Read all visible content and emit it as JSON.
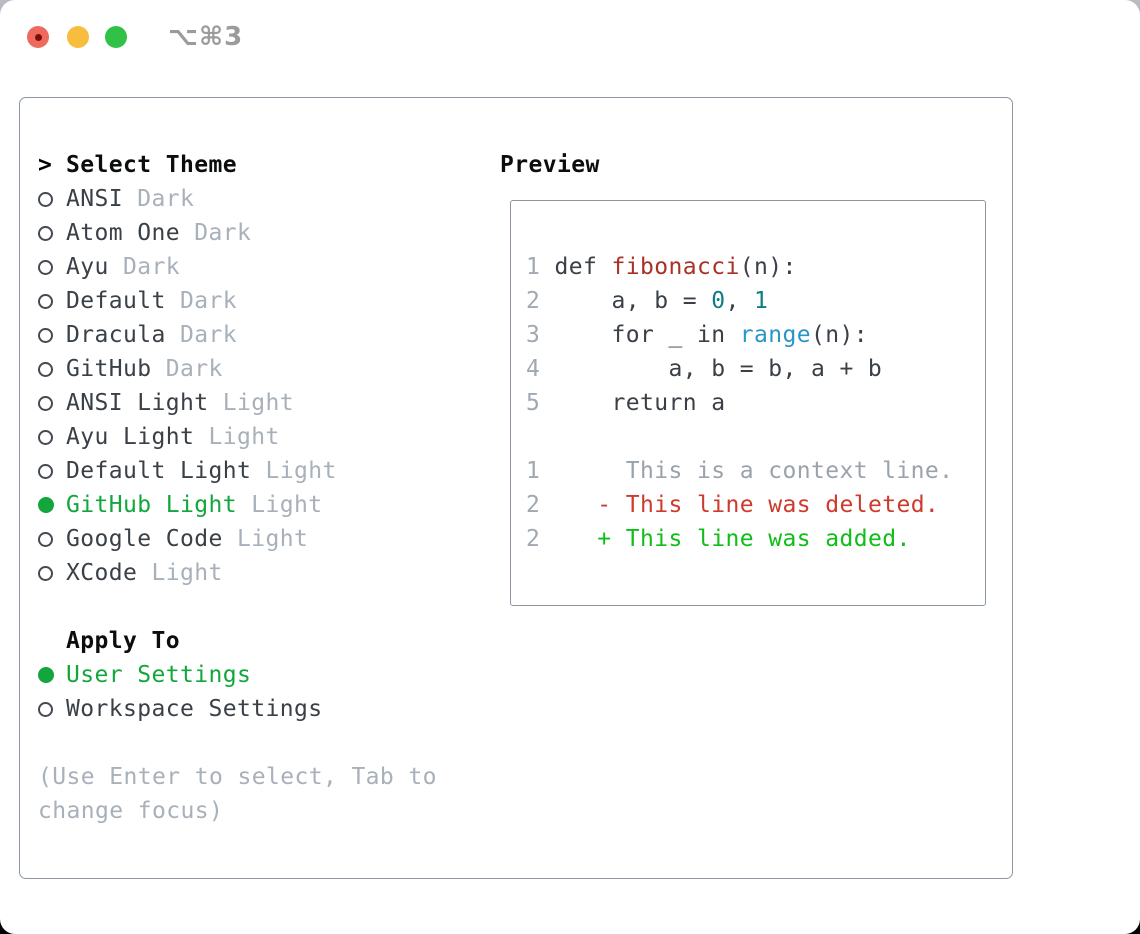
{
  "window": {
    "title": "⌥⌘3"
  },
  "colors": {
    "close_red": "#ee6a5f",
    "close_dot": "#7a0f06",
    "minimize_yellow": "#f8bd3c",
    "zoom_green": "#31c146",
    "title_gray": "#9b9b9b",
    "border_gray": "#8d97a2",
    "dark_text": "#3a4047",
    "heading_black": "#0b0d0f",
    "muted_gray": "#a8b0ba",
    "radio_ring": "#454a52",
    "selected_green": "#12a63c",
    "line_number": "#9fa0a8",
    "ln": "#a0a8b2",
    "code_text": "#3a4047",
    "function_red": "#a93226",
    "number_teal": "#0e7d84",
    "builtin_blue": "#2b95c9",
    "context_gray": "#9aa2ac",
    "deleted_red": "#ce3a2c",
    "added_green": "#0fbe17"
  },
  "theme_panel": {
    "header_prefix": ">",
    "header_label": "Select Theme",
    "themes": [
      {
        "name": "ANSI",
        "variant": "Dark",
        "selected": false
      },
      {
        "name": "Atom One",
        "variant": "Dark",
        "selected": false
      },
      {
        "name": "Ayu",
        "variant": "Dark",
        "selected": false
      },
      {
        "name": "Default",
        "variant": "Dark",
        "selected": false
      },
      {
        "name": "Dracula",
        "variant": "Dark",
        "selected": false
      },
      {
        "name": "GitHub",
        "variant": "Dark",
        "selected": false
      },
      {
        "name": "ANSI Light",
        "variant": "Light",
        "selected": false
      },
      {
        "name": "Ayu Light",
        "variant": "Light",
        "selected": false
      },
      {
        "name": "Default Light",
        "variant": "Light",
        "selected": false
      },
      {
        "name": "GitHub Light",
        "variant": "Light",
        "selected": true
      },
      {
        "name": "Google Code",
        "variant": "Light",
        "selected": false
      },
      {
        "name": "XCode",
        "variant": "Light",
        "selected": false
      }
    ],
    "apply_to": {
      "label": "Apply To",
      "options": [
        {
          "label": "User Settings",
          "selected": true
        },
        {
          "label": "Workspace Settings",
          "selected": false
        }
      ]
    },
    "hint": "(Use Enter to select, Tab to change focus)"
  },
  "preview": {
    "title": "Preview",
    "lines": [
      {
        "segments": [
          {
            "t": "1",
            "c": "ln"
          },
          {
            "t": " def ",
            "c": "code_text"
          },
          {
            "t": "fibonacci",
            "c": "function_red"
          },
          {
            "t": "(n):",
            "c": "code_text"
          }
        ]
      },
      {
        "segments": [
          {
            "t": "2",
            "c": "ln"
          },
          {
            "t": "     a, b = ",
            "c": "code_text"
          },
          {
            "t": "0",
            "c": "number_teal"
          },
          {
            "t": ", ",
            "c": "code_text"
          },
          {
            "t": "1",
            "c": "number_teal"
          }
        ]
      },
      {
        "segments": [
          {
            "t": "3",
            "c": "ln"
          },
          {
            "t": "     for _ in ",
            "c": "code_text"
          },
          {
            "t": "range",
            "c": "builtin_blue"
          },
          {
            "t": "(n):",
            "c": "code_text"
          }
        ]
      },
      {
        "segments": [
          {
            "t": "4",
            "c": "ln"
          },
          {
            "t": "         a, b = b, a + b",
            "c": "code_text"
          }
        ]
      },
      {
        "segments": [
          {
            "t": "5",
            "c": "ln"
          },
          {
            "t": "     return a",
            "c": "code_text"
          }
        ]
      },
      {
        "segments": []
      },
      {
        "segments": [
          {
            "t": "1",
            "c": "ln"
          },
          {
            "t": "      This is a context line.",
            "c": "context_gray"
          }
        ]
      },
      {
        "segments": [
          {
            "t": "2",
            "c": "ln"
          },
          {
            "t": "    ",
            "c": "code_text"
          },
          {
            "t": "- This line was deleted.",
            "c": "deleted_red"
          }
        ]
      },
      {
        "segments": [
          {
            "t": "2",
            "c": "ln"
          },
          {
            "t": "    ",
            "c": "code_text"
          },
          {
            "t": "+ This line was added.",
            "c": "added_green"
          }
        ]
      }
    ]
  }
}
